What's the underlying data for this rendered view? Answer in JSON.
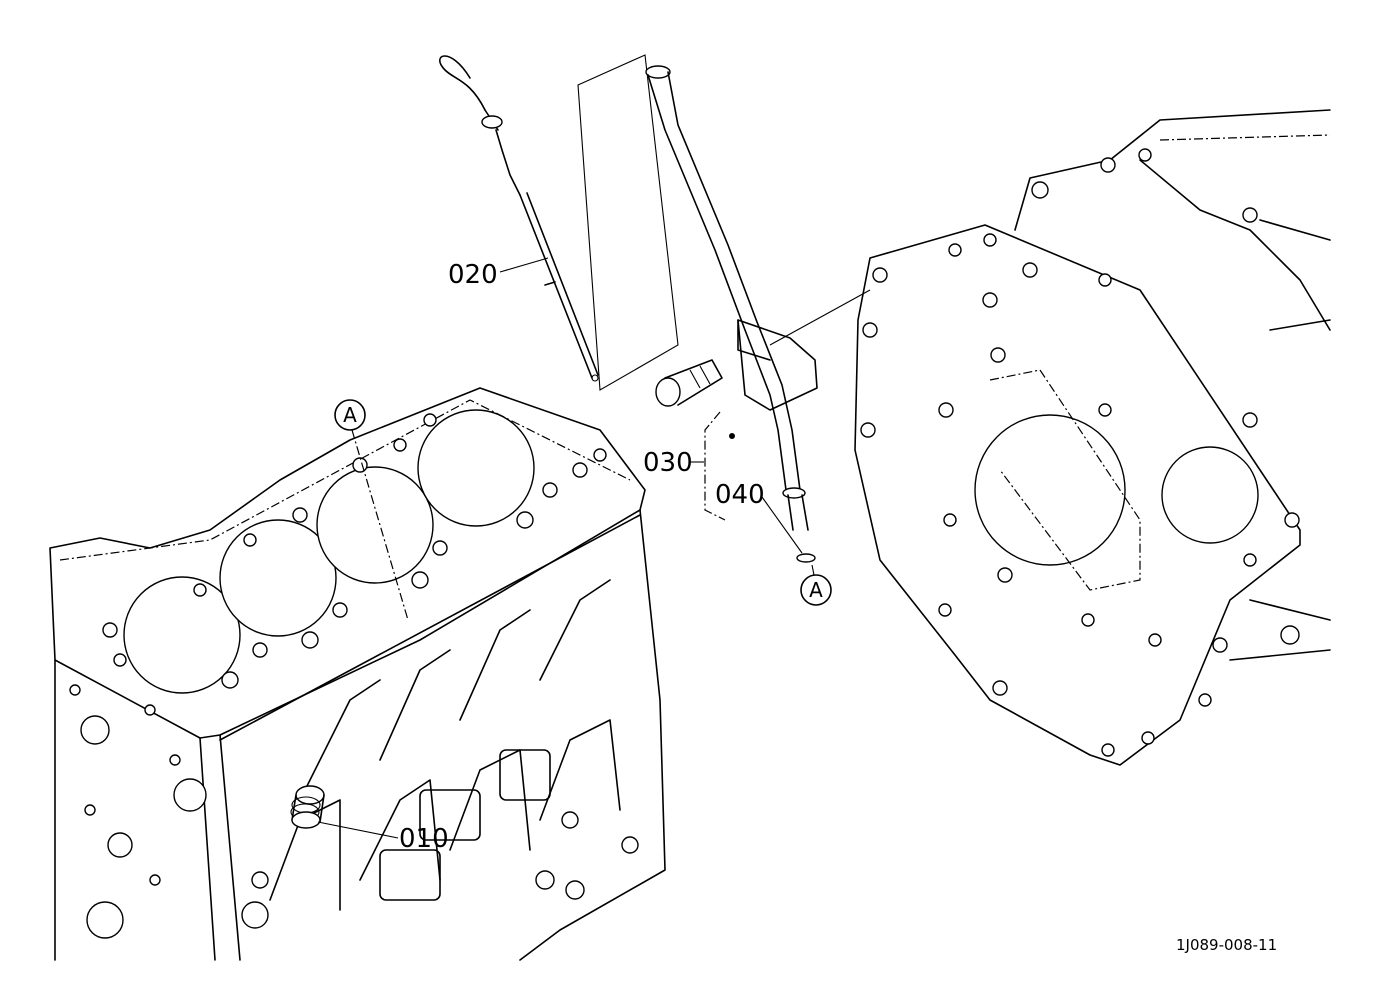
{
  "callouts": {
    "part_010": "010",
    "part_020": "020",
    "part_030": "030",
    "part_040": "040",
    "ref_a_top": "A",
    "ref_a_bottom": "A"
  },
  "drawing_code": "1J089-008-11"
}
